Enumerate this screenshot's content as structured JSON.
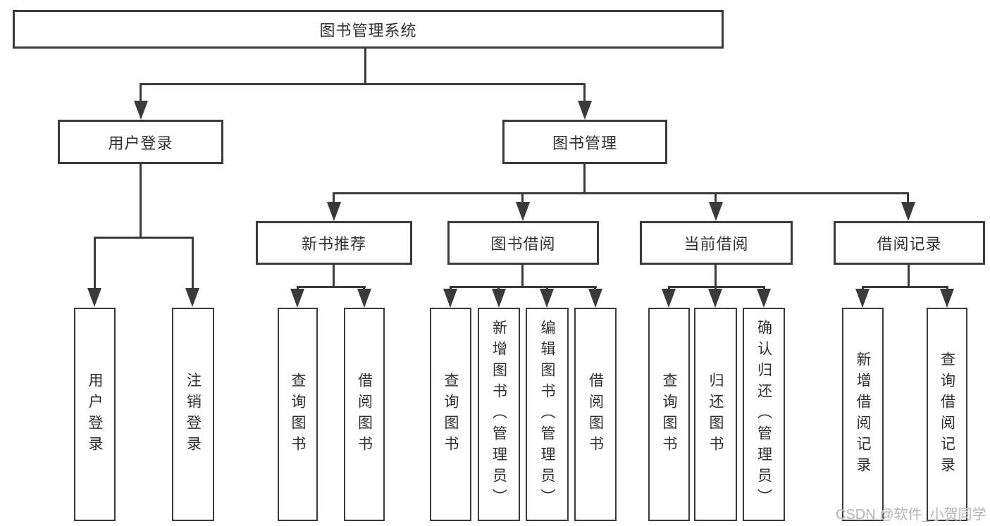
{
  "diagram": {
    "type": "hierarchy-tree",
    "root": {
      "label": "图书管理系统"
    },
    "branches": [
      {
        "label": "用户登录",
        "children": [
          {
            "label": "用户登录"
          },
          {
            "label": "注销登录"
          }
        ]
      },
      {
        "label": "图书管理",
        "children": [
          {
            "label": "新书推荐",
            "children": [
              {
                "label": "查询图书"
              },
              {
                "label": "借阅图书"
              }
            ]
          },
          {
            "label": "图书借阅",
            "children": [
              {
                "label": "查询图书"
              },
              {
                "label": "新增图书（管理员）"
              },
              {
                "label": "编辑图书（管理员）"
              },
              {
                "label": "借阅图书"
              }
            ]
          },
          {
            "label": "当前借阅",
            "children": [
              {
                "label": "查询图书"
              },
              {
                "label": "归还图书"
              },
              {
                "label": "确认归还（管理员）"
              }
            ]
          },
          {
            "label": "借阅记录",
            "children": [
              {
                "label": "新增借阅记录"
              },
              {
                "label": "查询借阅记录"
              }
            ]
          }
        ]
      }
    ]
  },
  "watermark": {
    "text": "CSDN @软件_小贺同学"
  },
  "colors": {
    "line": "#3a3a3a",
    "text": "#2f2f2f",
    "background": "#ffffff",
    "watermark": "#b3b3b3"
  }
}
